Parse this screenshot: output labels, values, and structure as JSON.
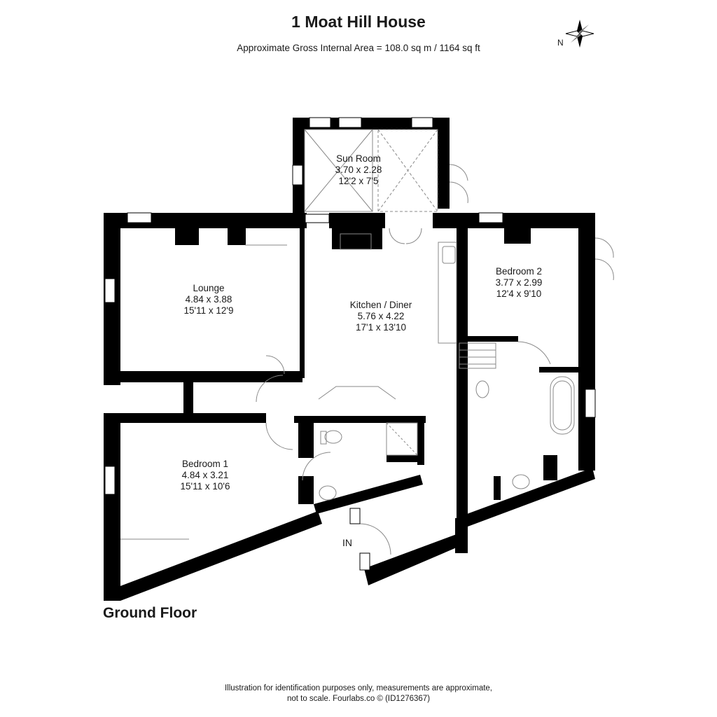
{
  "header": {
    "title": "1 Moat Hill House",
    "subtitle": "Approximate Gross Internal Area = 108.0 sq m / 1164 sq ft"
  },
  "compass": {
    "label": "N",
    "icon": "compass-rose-icon"
  },
  "floor": {
    "name": "Ground Floor"
  },
  "entrance": {
    "label": "IN"
  },
  "rooms": [
    {
      "name": "Sun Room",
      "metric": "3.70 x 2.28",
      "imperial": "12'2 x 7'5"
    },
    {
      "name": "Lounge",
      "metric": "4.84 x 3.88",
      "imperial": "15'11 x 12'9"
    },
    {
      "name": "Kitchen / Diner",
      "metric": "5.76 x 4.22",
      "imperial": "17'1 x 13'10"
    },
    {
      "name": "Bedroom 2",
      "metric": "3.77 x 2.99",
      "imperial": "12'4 x 9'10"
    },
    {
      "name": "Bedroom 1",
      "metric": "4.84 x 3.21",
      "imperial": "15'11 x 10'6"
    }
  ],
  "footer": {
    "line1": "Illustration for identification purposes only, measurements are approximate,",
    "line2": "not to scale. Fourlabs.co © (ID1276367)"
  },
  "colors": {
    "wall": "#000000",
    "fixture": "#888888",
    "background": "#ffffff"
  }
}
